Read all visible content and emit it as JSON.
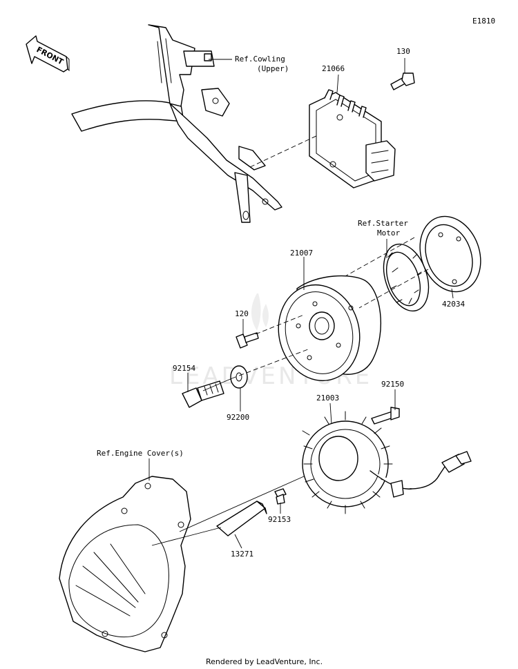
{
  "diagram_code": "E1810",
  "front_label": "FRONT",
  "watermark": "LEADVENTURE",
  "footer": "Rendered by LeadVenture, Inc.",
  "callouts": {
    "ref_cowling": [
      "Ref.Cowling",
      "(Upper)"
    ],
    "ref_starter": [
      "Ref.Starter",
      "Motor"
    ],
    "ref_engine_cover": "Ref.Engine Cover(s)",
    "p130": "130",
    "p21066": "21066",
    "p21007": "21007",
    "p42034": "42034",
    "p120": "120",
    "p92154": "92154",
    "p92200": "92200",
    "p92150": "92150",
    "p21003": "21003",
    "p92153": "92153",
    "p13271": "13271"
  }
}
